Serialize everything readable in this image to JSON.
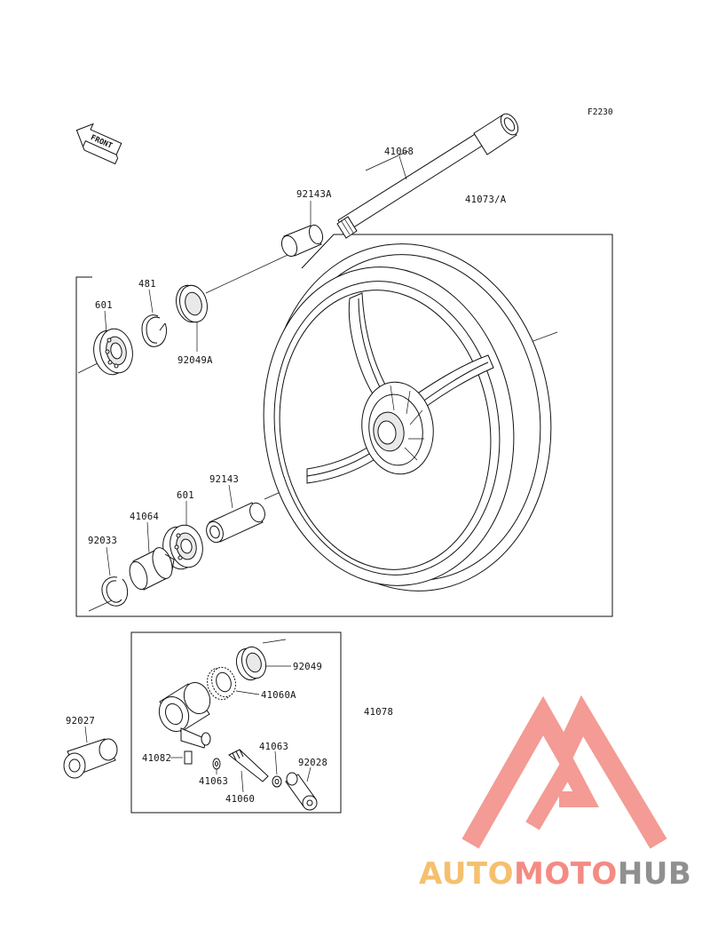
{
  "diagram": {
    "frame_code": "F2230",
    "front_label": "FRONT",
    "labels": {
      "axle": "41068",
      "wheel_assy": "41073/A",
      "collar_a": "92143A",
      "seal_a": "92049A",
      "circlip": "481",
      "bearing_upper": "601",
      "collar": "92143",
      "bearing_lower": "601",
      "gear_housing": "41064",
      "snap_ring": "92033",
      "seal_b": "92049",
      "gear_ring": "41060A",
      "meter_gear_assy": "41078",
      "collar_b": "92027",
      "pin": "41082",
      "washer_left": "41063",
      "washer_right": "41063",
      "pinion": "41060",
      "bushing": "92028"
    }
  },
  "watermark": {
    "part1": "AUTO",
    "part2": "MOTO",
    "part3": "HUB",
    "color1": "#f5c06e",
    "color2": "#f48b83",
    "color3": "#909090",
    "logo_color": "#f28a82"
  }
}
